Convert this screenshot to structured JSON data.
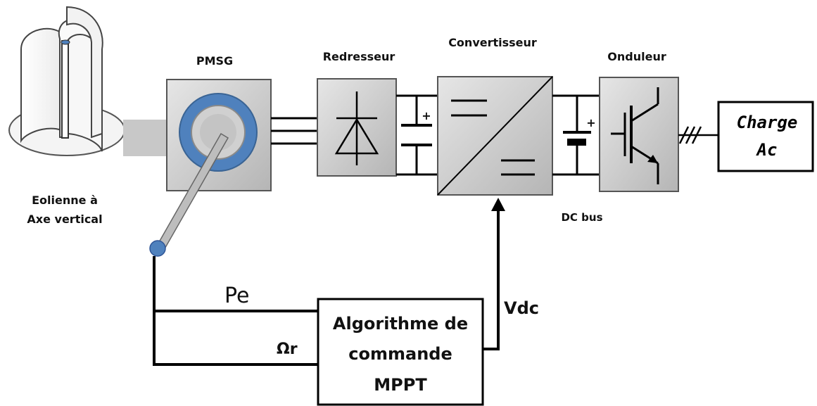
{
  "blocks": {
    "turbine": {
      "label_line1": "Eolienne à",
      "label_line2": "Axe vertical"
    },
    "pmsg": {
      "label": "PMSG"
    },
    "rectifier": {
      "label": "Redresseur"
    },
    "converter": {
      "label": "Convertisseur"
    },
    "inverter": {
      "label": "Onduleur"
    },
    "load": {
      "label_line1": "Charge",
      "label_line2": "Ac"
    },
    "mppt": {
      "line1": "Algorithme de",
      "line2": "commande",
      "line3": "MPPT"
    }
  },
  "signals": {
    "pe": "Pe",
    "omega_r": "Ωr",
    "vdc": "Vdc",
    "dc_bus": "DC bus",
    "plus_1": "+",
    "plus_2": "+"
  },
  "colors": {
    "block_fill": "#c9c9c9",
    "block_inner": "#d9d9d9",
    "ring_blue": "#4f81bd",
    "shaft": "#c8c8c8",
    "line": "#000000"
  }
}
